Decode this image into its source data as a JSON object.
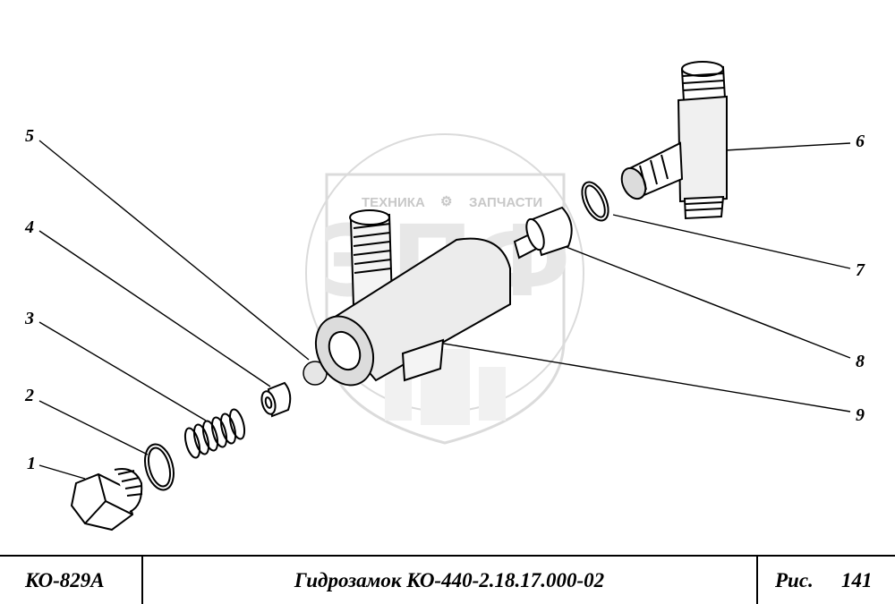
{
  "watermark": {
    "top_text_left": "ТЕХНИКА",
    "top_text_right": "ЗАПЧАСТИ",
    "logo_letters": "ЭПФ"
  },
  "callouts": [
    {
      "num": "1",
      "part": "plug"
    },
    {
      "num": "2",
      "part": "gasket-ring"
    },
    {
      "num": "3",
      "part": "spring"
    },
    {
      "num": "4",
      "part": "spring-seat"
    },
    {
      "num": "5",
      "part": "ball"
    },
    {
      "num": "6",
      "part": "tee-fitting"
    },
    {
      "num": "7",
      "part": "sealing-ring"
    },
    {
      "num": "8",
      "part": "pusher"
    },
    {
      "num": "9",
      "part": "lock-body"
    }
  ],
  "title_block": {
    "model": "КО-829А",
    "title": "Гидрозамок КО-440-2.18.17.000-02",
    "fig_label": "Рис.",
    "fig_number": "141"
  }
}
